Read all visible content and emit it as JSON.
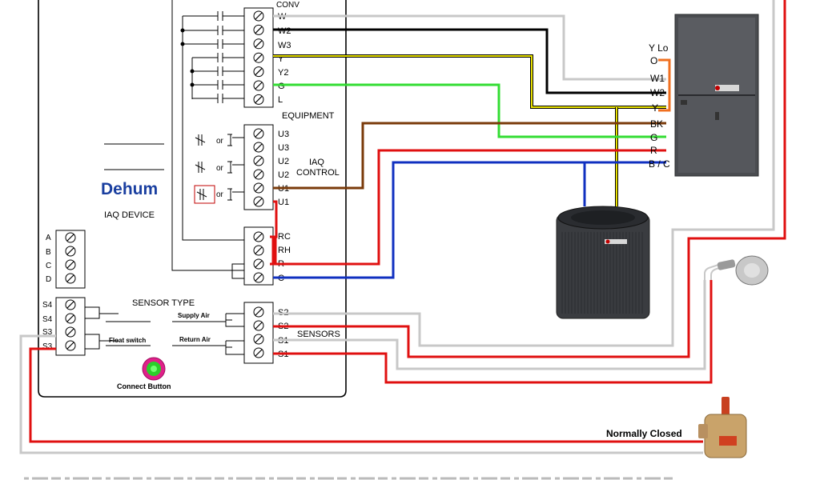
{
  "panel": {
    "conv_label": "CONV",
    "equipment_label": "EQUIPMENT",
    "iaq_control_label": [
      "IAQ",
      "CONTROL"
    ],
    "dehum_label": "Dehum",
    "iaq_device_label": "IAQ DEVICE",
    "sensor_type_label": "SENSOR TYPE",
    "supply_air_label": "Supply Air",
    "return_air_label": "Return Air",
    "float_switch_label": "Float switch",
    "sensors_label": "SENSORS",
    "connect_button_label": "Connect  Button",
    "or_label": "or"
  },
  "terminals": {
    "equipment": [
      "W",
      "W2",
      "W3",
      "Y",
      "Y2",
      "G",
      "L"
    ],
    "iaq": [
      "U3",
      "U3",
      "U2",
      "U2",
      "U1",
      "U1"
    ],
    "power": [
      "RC",
      "RH",
      "R",
      "C"
    ],
    "sensors": [
      "S2",
      "S2",
      "S1",
      "S1"
    ],
    "left_abcd": [
      "A",
      "B",
      "C",
      "D"
    ],
    "left_s": [
      "S4",
      "S4",
      "S3",
      "S3"
    ]
  },
  "furnace_terminals": [
    "Y Lo",
    "O",
    "W1",
    "W2",
    "Y",
    "BK",
    "G",
    "R",
    "B / C"
  ],
  "float_switch": {
    "state_label": "Normally Closed"
  },
  "wire_colors": {
    "white": "#c8c8c8",
    "black": "#000000",
    "yellow": "#e8e000",
    "green": "#33dd33",
    "brown": "#7a3a0a",
    "red": "#e01010",
    "blue": "#1030c0",
    "orange": "#f07020"
  }
}
